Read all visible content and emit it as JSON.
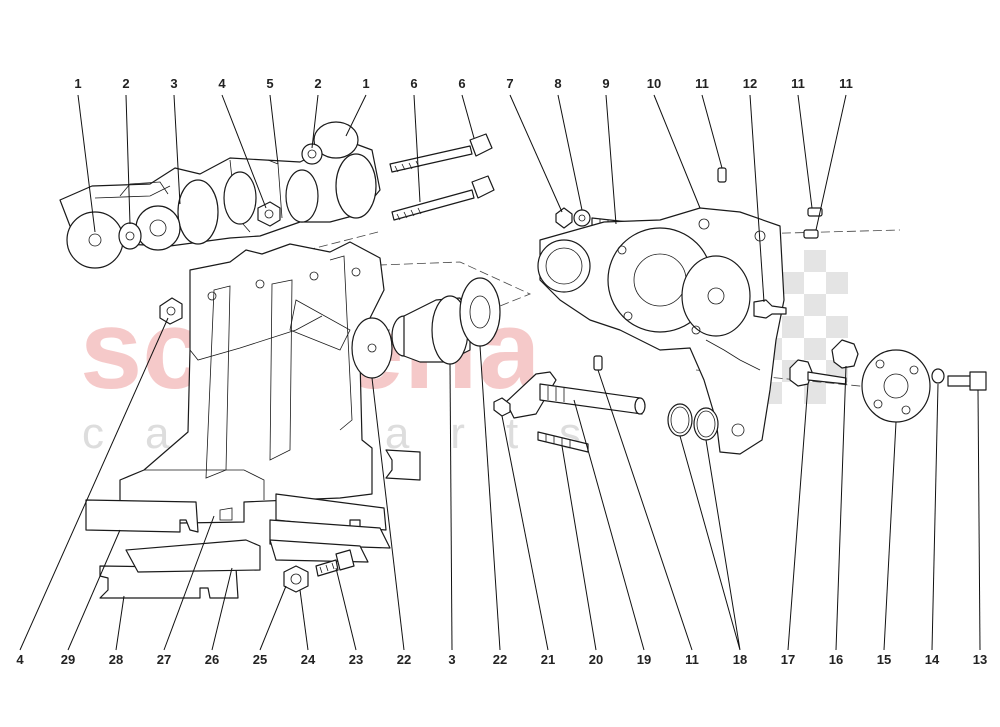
{
  "watermark": {
    "brand": "scuderia",
    "tagline": "car parts",
    "brand_color": "#f2b8b8"
  },
  "callouts": [
    {
      "id": "c-top-1a",
      "label": "1"
    },
    {
      "id": "c-top-2a",
      "label": "2"
    },
    {
      "id": "c-top-3",
      "label": "3"
    },
    {
      "id": "c-top-4",
      "label": "4"
    },
    {
      "id": "c-top-5",
      "label": "5"
    },
    {
      "id": "c-top-2b",
      "label": "2"
    },
    {
      "id": "c-top-1b",
      "label": "1"
    },
    {
      "id": "c-top-6a",
      "label": "6"
    },
    {
      "id": "c-top-6b",
      "label": "6"
    },
    {
      "id": "c-top-7",
      "label": "7"
    },
    {
      "id": "c-top-8",
      "label": "8"
    },
    {
      "id": "c-top-9",
      "label": "9"
    },
    {
      "id": "c-top-10",
      "label": "10"
    },
    {
      "id": "c-top-11a",
      "label": "11"
    },
    {
      "id": "c-top-12",
      "label": "12"
    },
    {
      "id": "c-top-11b",
      "label": "11"
    },
    {
      "id": "c-top-11c",
      "label": "11"
    },
    {
      "id": "c-bot-4",
      "label": "4"
    },
    {
      "id": "c-bot-29",
      "label": "29"
    },
    {
      "id": "c-bot-28",
      "label": "28"
    },
    {
      "id": "c-bot-27",
      "label": "27"
    },
    {
      "id": "c-bot-26",
      "label": "26"
    },
    {
      "id": "c-bot-25",
      "label": "25"
    },
    {
      "id": "c-bot-24",
      "label": "24"
    },
    {
      "id": "c-bot-23",
      "label": "23"
    },
    {
      "id": "c-bot-22a",
      "label": "22"
    },
    {
      "id": "c-bot-3",
      "label": "3"
    },
    {
      "id": "c-bot-22b",
      "label": "22"
    },
    {
      "id": "c-bot-21",
      "label": "21"
    },
    {
      "id": "c-bot-20",
      "label": "20"
    },
    {
      "id": "c-bot-19",
      "label": "19"
    },
    {
      "id": "c-bot-11",
      "label": "11"
    },
    {
      "id": "c-bot-18",
      "label": "18"
    },
    {
      "id": "c-bot-17",
      "label": "17"
    },
    {
      "id": "c-bot-16",
      "label": "16"
    },
    {
      "id": "c-bot-15",
      "label": "15"
    },
    {
      "id": "c-bot-14",
      "label": "14"
    },
    {
      "id": "c-bot-13",
      "label": "13"
    }
  ]
}
